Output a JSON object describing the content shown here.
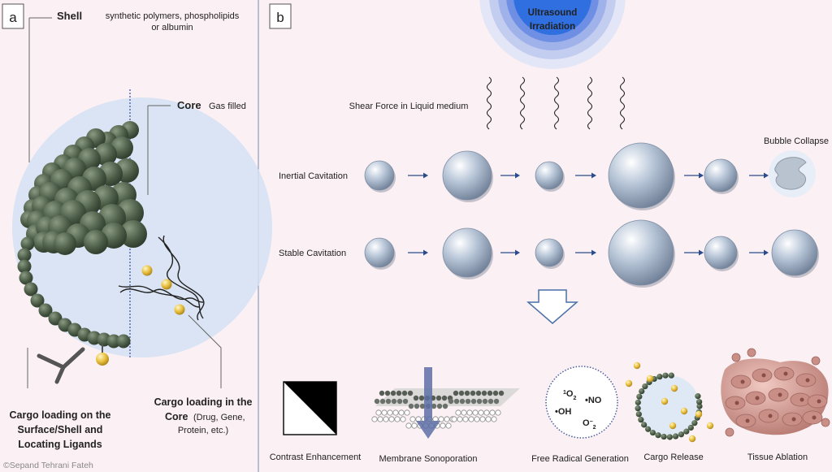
{
  "panel_a": {
    "label": "a",
    "shell_title": "Shell",
    "shell_desc_1": "synthetic polymers, phospholipids",
    "shell_desc_2": "or albumin",
    "core_title": "Core",
    "core_desc": "Gas filled",
    "surface_cargo_1": "Cargo loading on the",
    "surface_cargo_2": "Surface/Shell and",
    "surface_cargo_3": "Locating Ligands",
    "core_cargo_1": "Cargo loading in the",
    "core_cargo_2": "Core",
    "core_cargo_2b": "(Drug, Gene,",
    "core_cargo_3": "Protein, etc.)",
    "copyright": "©Sepand Tehrani Fateh"
  },
  "panel_b": {
    "label": "b",
    "source_1": "Ultrasound",
    "source_2": "Irradiation",
    "shear_label": "Shear Force in Liquid medium",
    "inertial_label": "Inertial Cavitation",
    "stable_label": "Stable Cavitation",
    "collapse_label": "Bubble Collapse",
    "effects": {
      "contrast": "Contrast Enhancement",
      "membrane": "Membrane Sonoporation",
      "radical": "Free Radical Generation",
      "cargo": "Cargo Release",
      "tissue": "Tissue Ablation"
    },
    "radicals": {
      "singlet_base": "O",
      "singlet_sup": "1",
      "singlet_sub": "2",
      "no": "•NO",
      "oh": "•OH",
      "superoxide_base": "O",
      "superoxide_sup": "−",
      "superoxide_sub": "2"
    }
  },
  "colors": {
    "background": "#fbf0f3",
    "shell": "#4b5c47",
    "core": "#d3e2f3",
    "bubble": "#9fb0c6",
    "ultrasound": "#2f6fe0",
    "cargo": "#e8bf3c"
  }
}
